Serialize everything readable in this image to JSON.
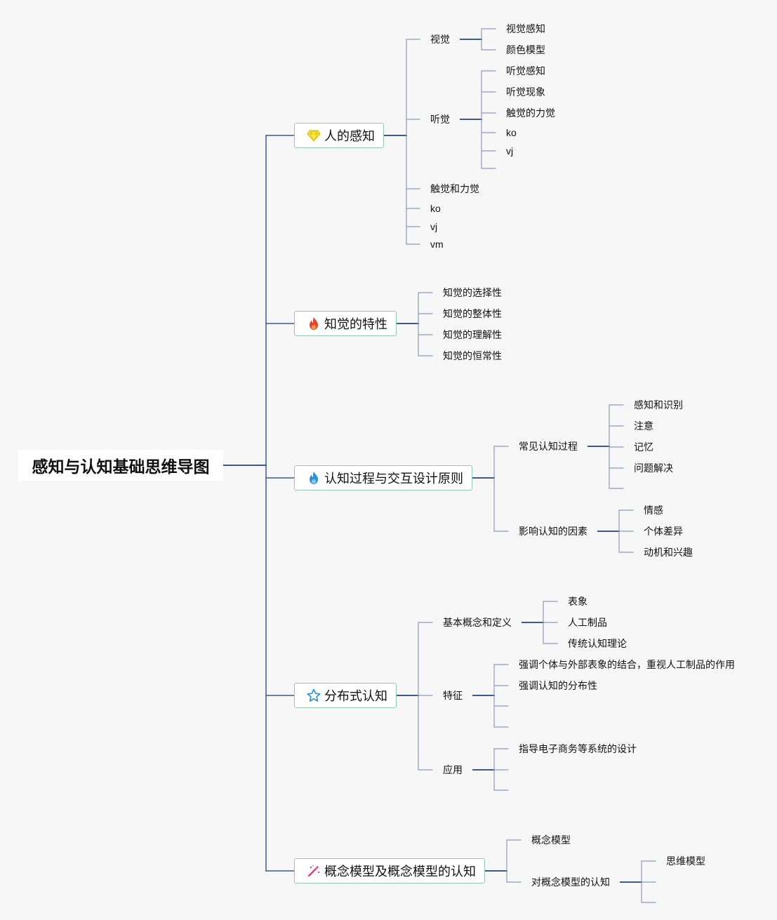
{
  "root": {
    "label": "感知与认知基础思维导图"
  },
  "topics": [
    {
      "label": "人的感知",
      "icon": "diamond-icon",
      "icon_color": "#f2d21c"
    },
    {
      "label": "知觉的特性",
      "icon": "flame-icon",
      "icon_color": "#e8442a"
    },
    {
      "label": "认知过程与交互设计原则",
      "icon": "blue-flame-icon",
      "icon_color": "#2b8fd9"
    },
    {
      "label": "分布式认知",
      "icon": "star-icon",
      "icon_color": "#2b8fd9"
    },
    {
      "label": "概念模型及概念模型的认知",
      "icon": "magic-wand-icon",
      "icon_color": "#e0336b"
    }
  ],
  "perception": {
    "vision": {
      "label": "视觉",
      "children": [
        "视觉感知",
        "颜色模型"
      ]
    },
    "hearing": {
      "label": "听觉",
      "children": [
        "听觉感知",
        "听觉现象",
        "触觉的力觉",
        "ko",
        "vj"
      ]
    },
    "others": [
      "触觉和力觉",
      "ko",
      "vj",
      "vm"
    ]
  },
  "characteristics": [
    "知觉的选择性",
    "知觉的整体性",
    "知觉的理解性",
    "知觉的恒常性"
  ],
  "cognition": {
    "process": {
      "label": "常见认知过程",
      "children": [
        "感知和识别",
        "注意",
        "记忆",
        "问题解决"
      ]
    },
    "factors": {
      "label": "影响认知的因素",
      "children": [
        "情感",
        "个体差异",
        "动机和兴趣"
      ]
    }
  },
  "distributed": {
    "basics": {
      "label": "基本概念和定义",
      "children": [
        "表象",
        "人工制品",
        "传统认知理论"
      ]
    },
    "features": {
      "label": "特征",
      "children": [
        "强调个体与外部表象的结合，重视人工制品的作用",
        "强调认知的分布性"
      ]
    },
    "applications": {
      "label": "应用",
      "children": [
        "指导电子商务等系统的设计"
      ]
    }
  },
  "concept_models": {
    "model": {
      "label": "概念模型"
    },
    "understanding": {
      "label": "对概念模型的认知",
      "children": [
        "思维模型"
      ]
    }
  },
  "colors": {
    "line_main": "#3d5a8c",
    "line_thin": "#8a9bbf",
    "topic_border": "#93c6b7"
  }
}
